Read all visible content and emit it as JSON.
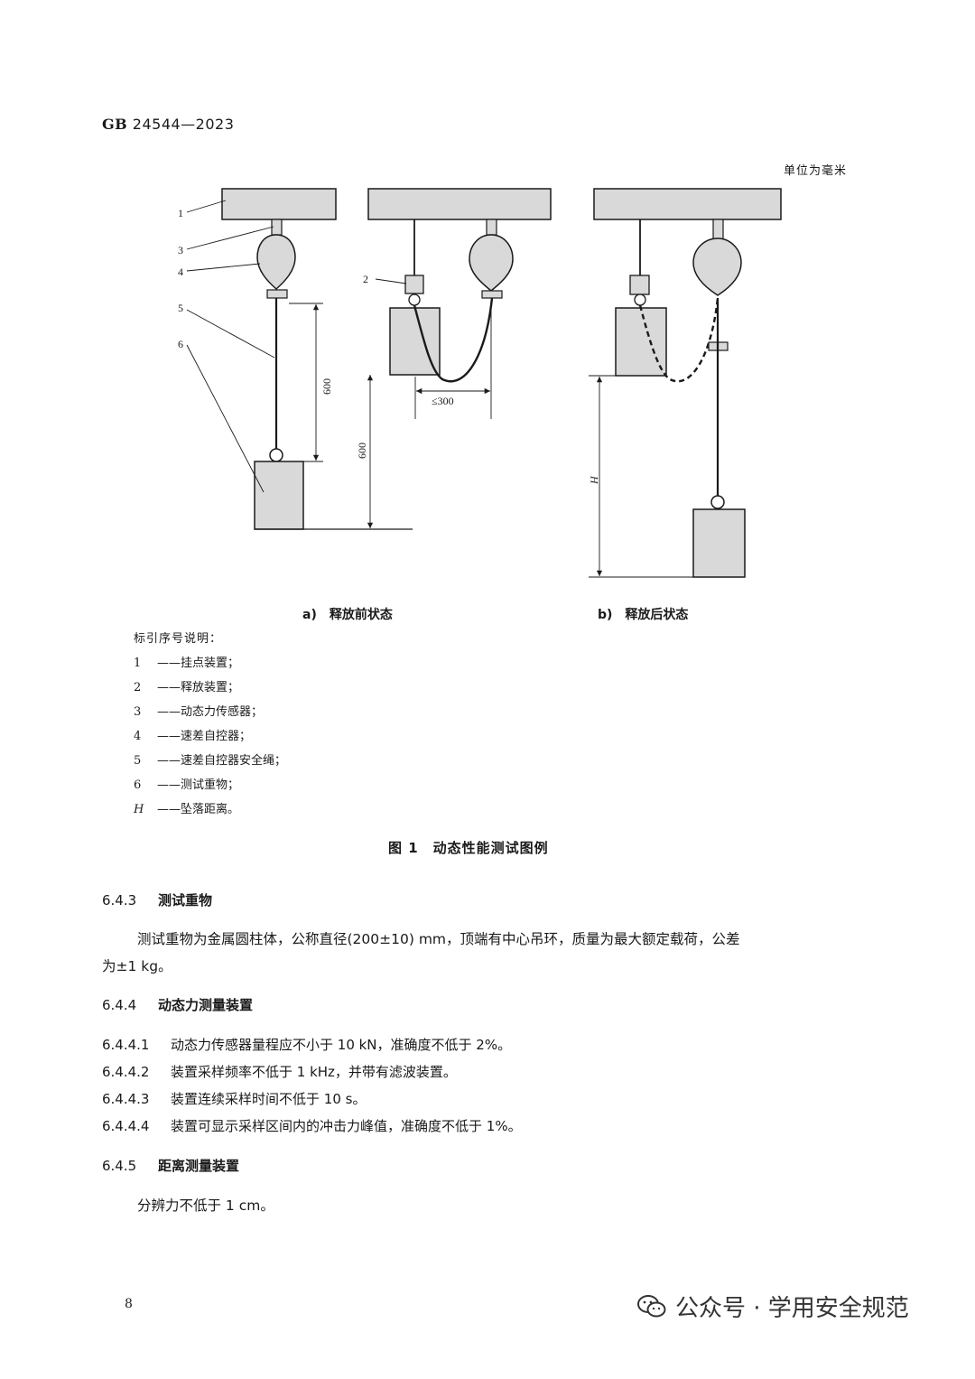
{
  "header": {
    "standard_code": "GB",
    "standard_number": "24544—2023",
    "unit_note": "单位为毫米"
  },
  "figure": {
    "labels": {
      "l1": "1",
      "l2": "2",
      "l3": "3",
      "l4": "4",
      "l5": "5",
      "l6": "6"
    },
    "dimensions": {
      "d600_rope": "600",
      "d600_floor": "600",
      "d300": "≤300",
      "dH": "H"
    },
    "caption_a": "a)　释放前状态",
    "caption_b": "b)　释放后状态",
    "title": "图 1　动态性能测试图例"
  },
  "legend": {
    "title": "标引序号说明：",
    "items": [
      {
        "key": "1",
        "text": "——挂点装置；"
      },
      {
        "key": "2",
        "text": "——释放装置；"
      },
      {
        "key": "3",
        "text": "——动态力传感器；"
      },
      {
        "key": "4",
        "text": "——速差自控器；"
      },
      {
        "key": "5",
        "text": "——速差自控器安全绳；"
      },
      {
        "key": "6",
        "text": "——测试重物；"
      },
      {
        "key": "H",
        "text": "——坠落距离。"
      }
    ]
  },
  "sections": {
    "s643": {
      "num": "6.4.3",
      "title": "测试重物"
    },
    "s643_p1": "测试重物为金属圆柱体，公称直径(200±10) mm，顶端有中心吊环，质量为最大额定载荷，公差",
    "s643_p2": "为±1 kg。",
    "s644": {
      "num": "6.4.4",
      "title": "动态力测量装置"
    },
    "clauses": [
      {
        "num": "6.4.4.1",
        "text": "动态力传感器量程应不小于 10 kN，准确度不低于 2%。"
      },
      {
        "num": "6.4.4.2",
        "text": "装置采样频率不低于 1 kHz，并带有滤波装置。"
      },
      {
        "num": "6.4.4.3",
        "text": "装置连续采样时间不低于 10 s。"
      },
      {
        "num": "6.4.4.4",
        "text": "装置可显示采样区间内的冲击力峰值，准确度不低于 1%。"
      }
    ],
    "s645": {
      "num": "6.4.5",
      "title": "距离测量装置"
    },
    "s645_p1": "分辨力不低于 1 cm。"
  },
  "footer": {
    "page_number": "8",
    "watermark_text": "公众号 · 学用安全规范"
  },
  "colors": {
    "fill_gray": "#d9d9d9",
    "stroke": "#1a1a1a"
  }
}
